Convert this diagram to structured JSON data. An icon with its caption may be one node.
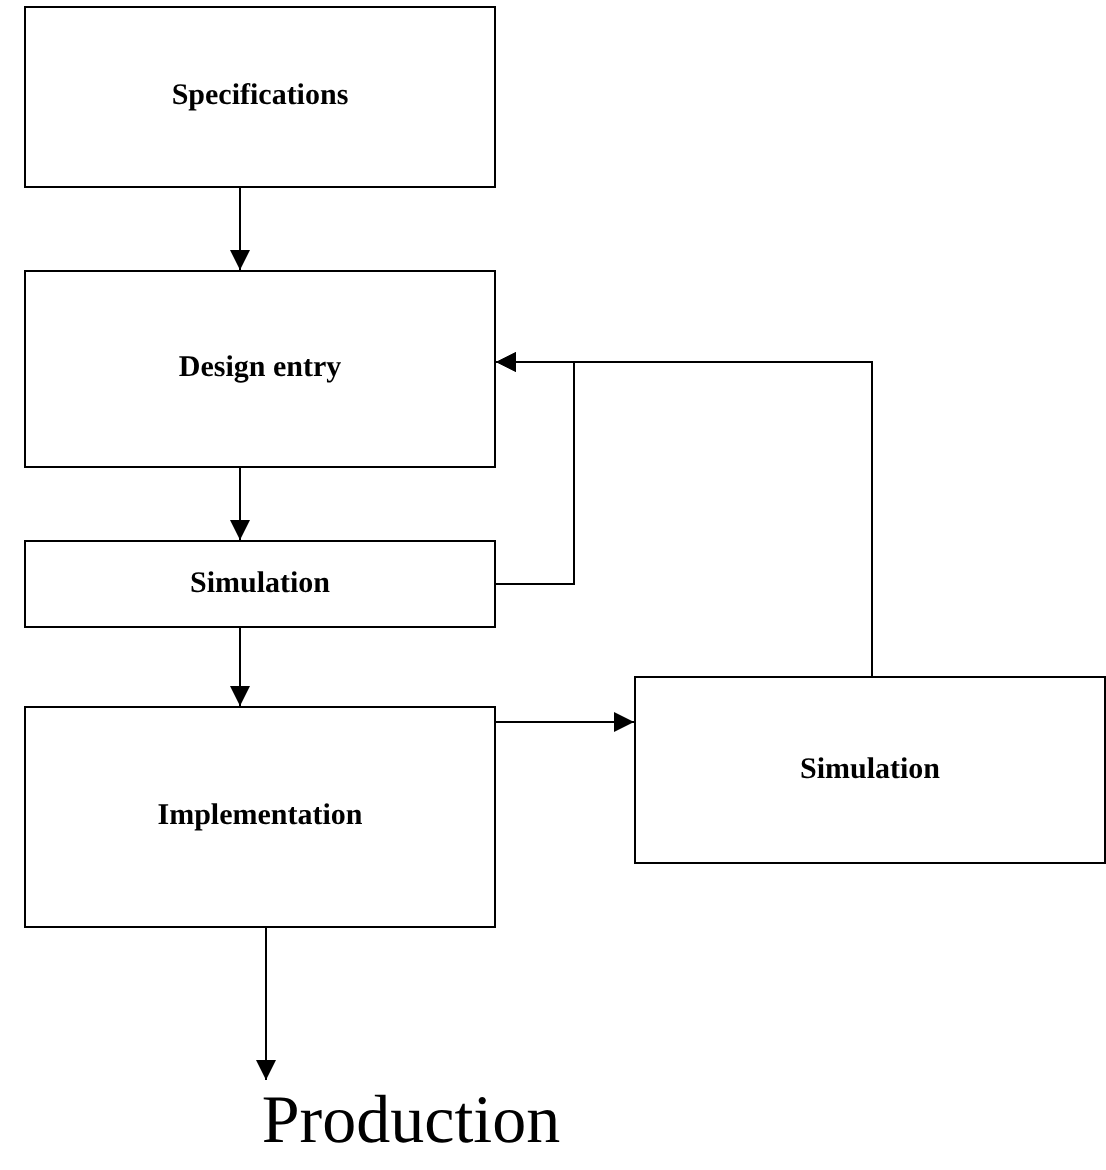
{
  "diagram": {
    "nodes": [
      {
        "text": [
          "Specifications"
        ]
      },
      {
        "text": [
          "Design entry"
        ]
      },
      {
        "text": [
          "Simulation"
        ]
      },
      {
        "text": [
          "Implementation"
        ]
      },
      {
        "text": [
          "Simulation"
        ]
      },
      {
        "text": [
          "Production"
        ]
      }
    ],
    "edges": [
      {
        "from": 0,
        "to": 1,
        "arrow": "to"
      },
      {
        "from": 1,
        "to": 2,
        "arrow": "to"
      },
      {
        "from": 2,
        "to": 3,
        "arrow": "to"
      },
      {
        "from": 3,
        "to": 4,
        "arrow": "to"
      },
      {
        "from": 2,
        "to": 1,
        "arrow": "to"
      },
      {
        "from": 4,
        "to": 1,
        "arrow": "to"
      },
      {
        "from": 3,
        "to": 5,
        "arrow": "to"
      }
    ]
  }
}
